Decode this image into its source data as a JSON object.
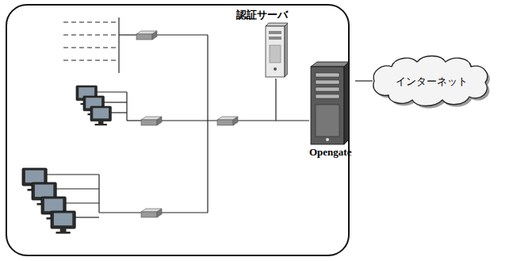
{
  "diagram": {
    "nodes": [
      {
        "text": [
          "認証サーバ"
        ]
      },
      {
        "text": [
          "Opengate"
        ]
      },
      {
        "text": [
          "インターネット"
        ]
      }
    ],
    "edges": [
      {
        "from": 0,
        "to": 1,
        "arrow": "none"
      },
      {
        "from": 1,
        "to": 2,
        "arrow": "none"
      }
    ]
  }
}
